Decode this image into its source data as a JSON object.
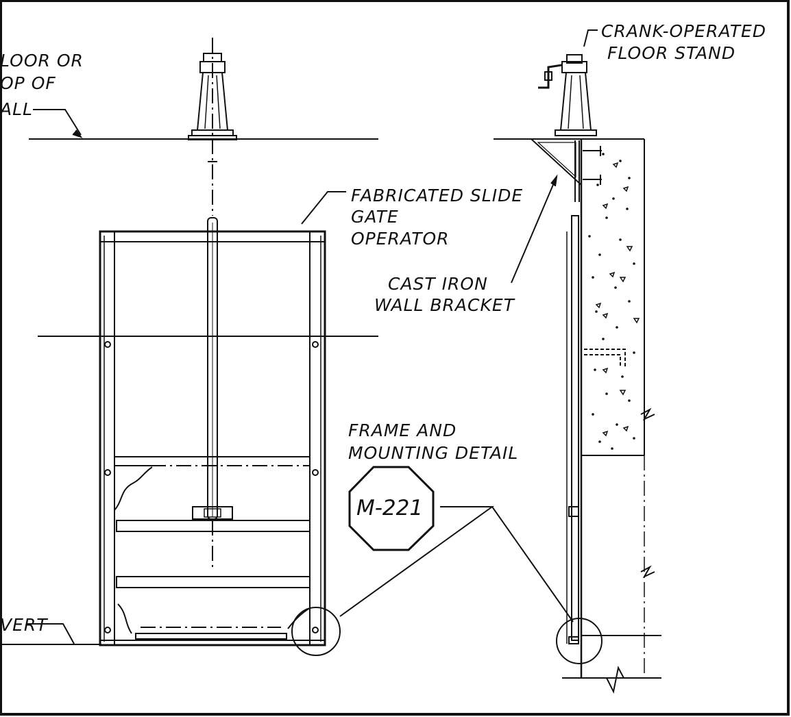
{
  "labels": {
    "floor_or_top_of_wall": [
      "LOOR OR",
      "OP OF",
      "ALL"
    ],
    "crank_operated_floor_stand": [
      "CRANK-OPERATED",
      "FLOOR STAND"
    ],
    "fabricated_slide_gate_operator": [
      "FABRICATED SLIDE",
      "GATE",
      "OPERATOR"
    ],
    "cast_iron_wall_bracket": [
      "CAST IRON",
      "WALL BRACKET"
    ],
    "frame_and_mounting_detail": [
      "FRAME AND",
      "MOUNTING DETAIL"
    ],
    "invert": "VERT"
  },
  "detail_tag": "M-221"
}
